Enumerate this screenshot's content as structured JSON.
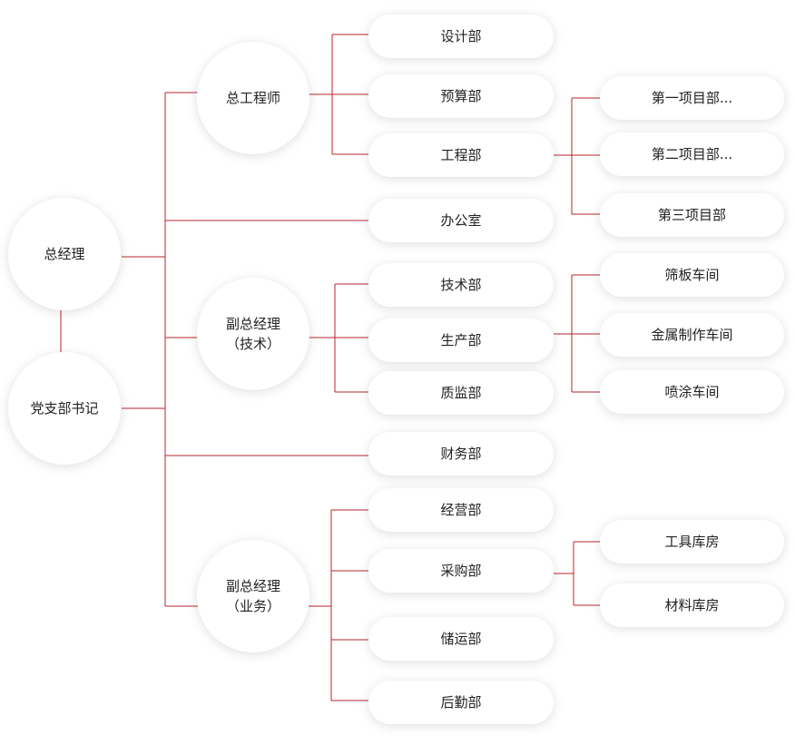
{
  "org_chart": {
    "root": {
      "general_manager": "总经理",
      "party_secretary": "党支部书记"
    },
    "chief_engineer": {
      "label": "总工程师",
      "departments": [
        "设计部",
        "预算部",
        "工程部"
      ],
      "engineering_projects": [
        "第一项目部...",
        "第二项目部...",
        "第三项目部"
      ]
    },
    "office": "办公室",
    "deputy_technical": {
      "line1": "副总经理",
      "line2": "（技术）",
      "departments": [
        "技术部",
        "生产部",
        "质监部"
      ],
      "workshops": [
        "筛板车间",
        "金属制作车间",
        "喷涂车间"
      ]
    },
    "finance": "财务部",
    "deputy_business": {
      "line1": "副总经理",
      "line2": "（业务）",
      "departments": [
        "经营部",
        "采购部",
        "储运部",
        "后勤部"
      ],
      "warehouses": [
        "工具库房",
        "材料库房"
      ]
    }
  },
  "colors": {
    "connector": "#b8262e",
    "node_bg": "#ffffff",
    "text": "#222222"
  }
}
